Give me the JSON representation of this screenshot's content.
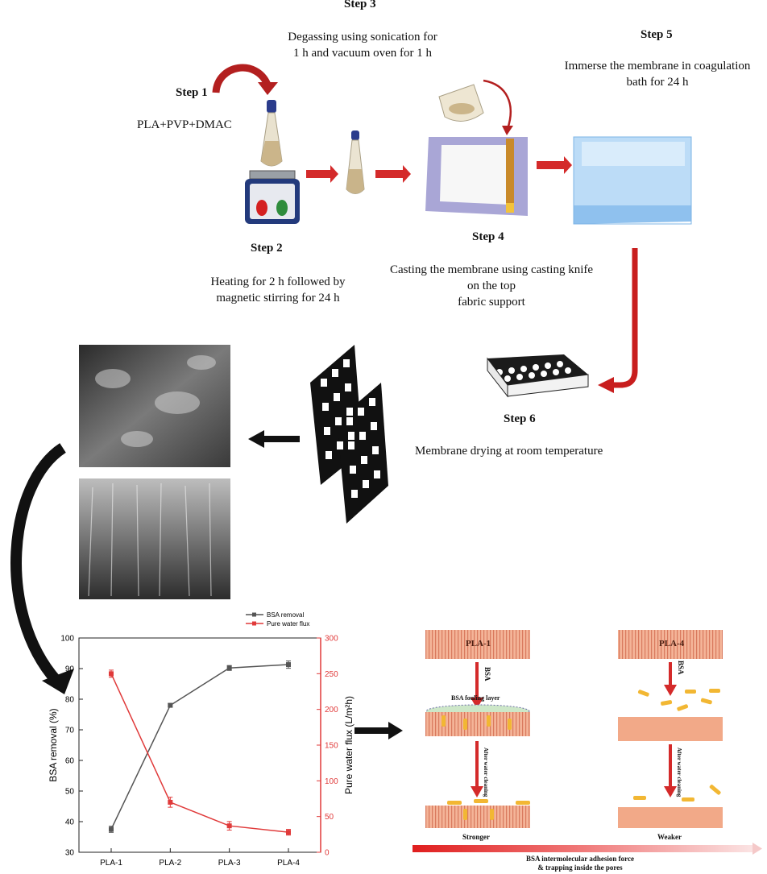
{
  "steps": [
    {
      "id": "step1",
      "label": "Step 1",
      "desc": "PLA+PVP+DMAC"
    },
    {
      "id": "step2",
      "label": "Step 2",
      "desc_lines": [
        "Heating for 2 h followed by",
        "magnetic stirring for 24 h"
      ]
    },
    {
      "id": "step3",
      "label": "Step 3",
      "desc_lines": [
        "Degassing using sonication for",
        "1 h and vacuum oven for 1 h"
      ]
    },
    {
      "id": "step4",
      "label": "Step 4",
      "desc_lines": [
        "Casting the membrane using casting knife",
        "on the top",
        "fabric support"
      ]
    },
    {
      "id": "step5",
      "label": "Step 5",
      "desc_lines": [
        "Immerse the membrane in coagulation",
        "bath for 24 h"
      ]
    },
    {
      "id": "step6",
      "label": "Step 6",
      "desc": "Membrane drying at room temperature"
    }
  ],
  "fouling": {
    "pla1": "PLA-1",
    "pla4": "PLA-4",
    "bsa": "BSA",
    "fouling_layer": "BSA fouling layer",
    "after_water_1": "After water",
    "after_water_2": "cleaning",
    "stronger": "Stronger",
    "weaker": "Weaker",
    "adhesion_1": "BSA intermolecular adhesion force",
    "adhesion_2": "& trapping inside the pores"
  },
  "colors": {
    "arrow_red": "#d42a2a",
    "membrane": "#f2a988",
    "bsa_yellow": "#f2b733",
    "bath_blue": "#a8d0f5",
    "series_bsa": "#555555",
    "series_flux": "#e03a3a"
  },
  "chart_data": {
    "type": "line",
    "categories": [
      "PLA-1",
      "PLA-2",
      "PLA-3",
      "PLA-4"
    ],
    "series": [
      {
        "name": "BSA removal",
        "axis": "left",
        "color": "#555555",
        "values": [
          37.5,
          78,
          90.2,
          91.3
        ],
        "errors": [
          1,
          0.6,
          0.8,
          1.2
        ]
      },
      {
        "name": "Pure water flux",
        "axis": "right",
        "color": "#e03a3a",
        "values": [
          250,
          70,
          37,
          28
        ],
        "errors": [
          5,
          7,
          6,
          4
        ]
      }
    ],
    "ylabel_left": "BSA removal (%)",
    "ylabel_right": "Pure water flux (L/m²h)",
    "ylim_left": [
      30,
      100
    ],
    "ylim_right": [
      0,
      300
    ],
    "yticks_left": [
      30,
      40,
      50,
      60,
      70,
      80,
      90,
      100
    ],
    "yticks_right": [
      0,
      50,
      100,
      150,
      200,
      250,
      300
    ],
    "legend": "top-right"
  }
}
